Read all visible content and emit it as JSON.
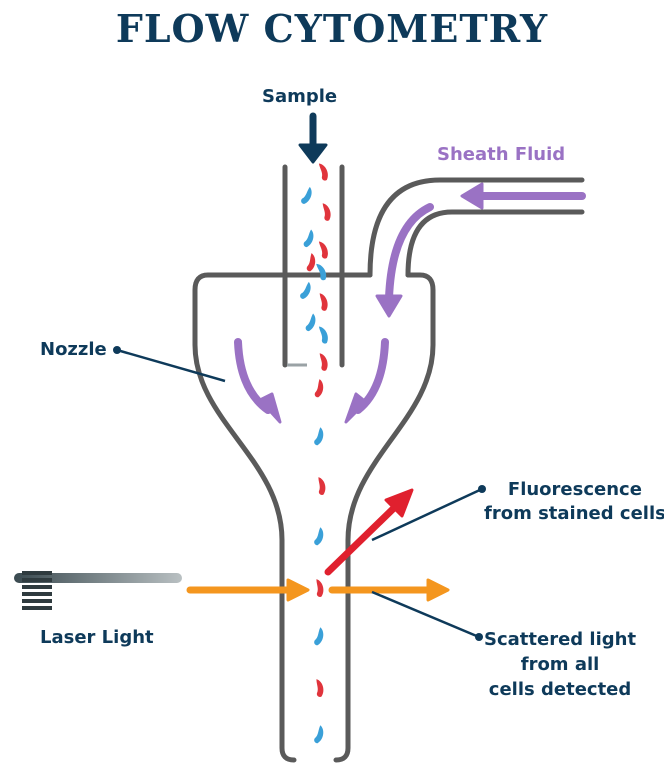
{
  "title": "FLOW CYTOMETRY",
  "labels": {
    "sample": "Sample",
    "sheath_fluid": "Sheath Fluid",
    "nozzle": "Nozzle",
    "fluorescence": [
      "Fluorescence",
      "from stained cells"
    ],
    "laser_light": "Laser Light",
    "scattered_light": [
      "Scattered light",
      "from all",
      "cells detected"
    ]
  },
  "colors": {
    "title_text": "#0e3a5a",
    "label_text": "#0e3a5a",
    "sheath_text": "#9a72c4",
    "tube_outline": "#5a5a5a",
    "sheath_arrows": "#9a72c4",
    "laser_beam": "#f4961e",
    "fluorescence_arrow": "#e0202e",
    "cell_red": "#e0343c",
    "cell_blue": "#3aa0d8",
    "laser_device": "#2f3b3f"
  },
  "icons": [
    "sample-arrow-icon",
    "laser-emitter-icon"
  ]
}
